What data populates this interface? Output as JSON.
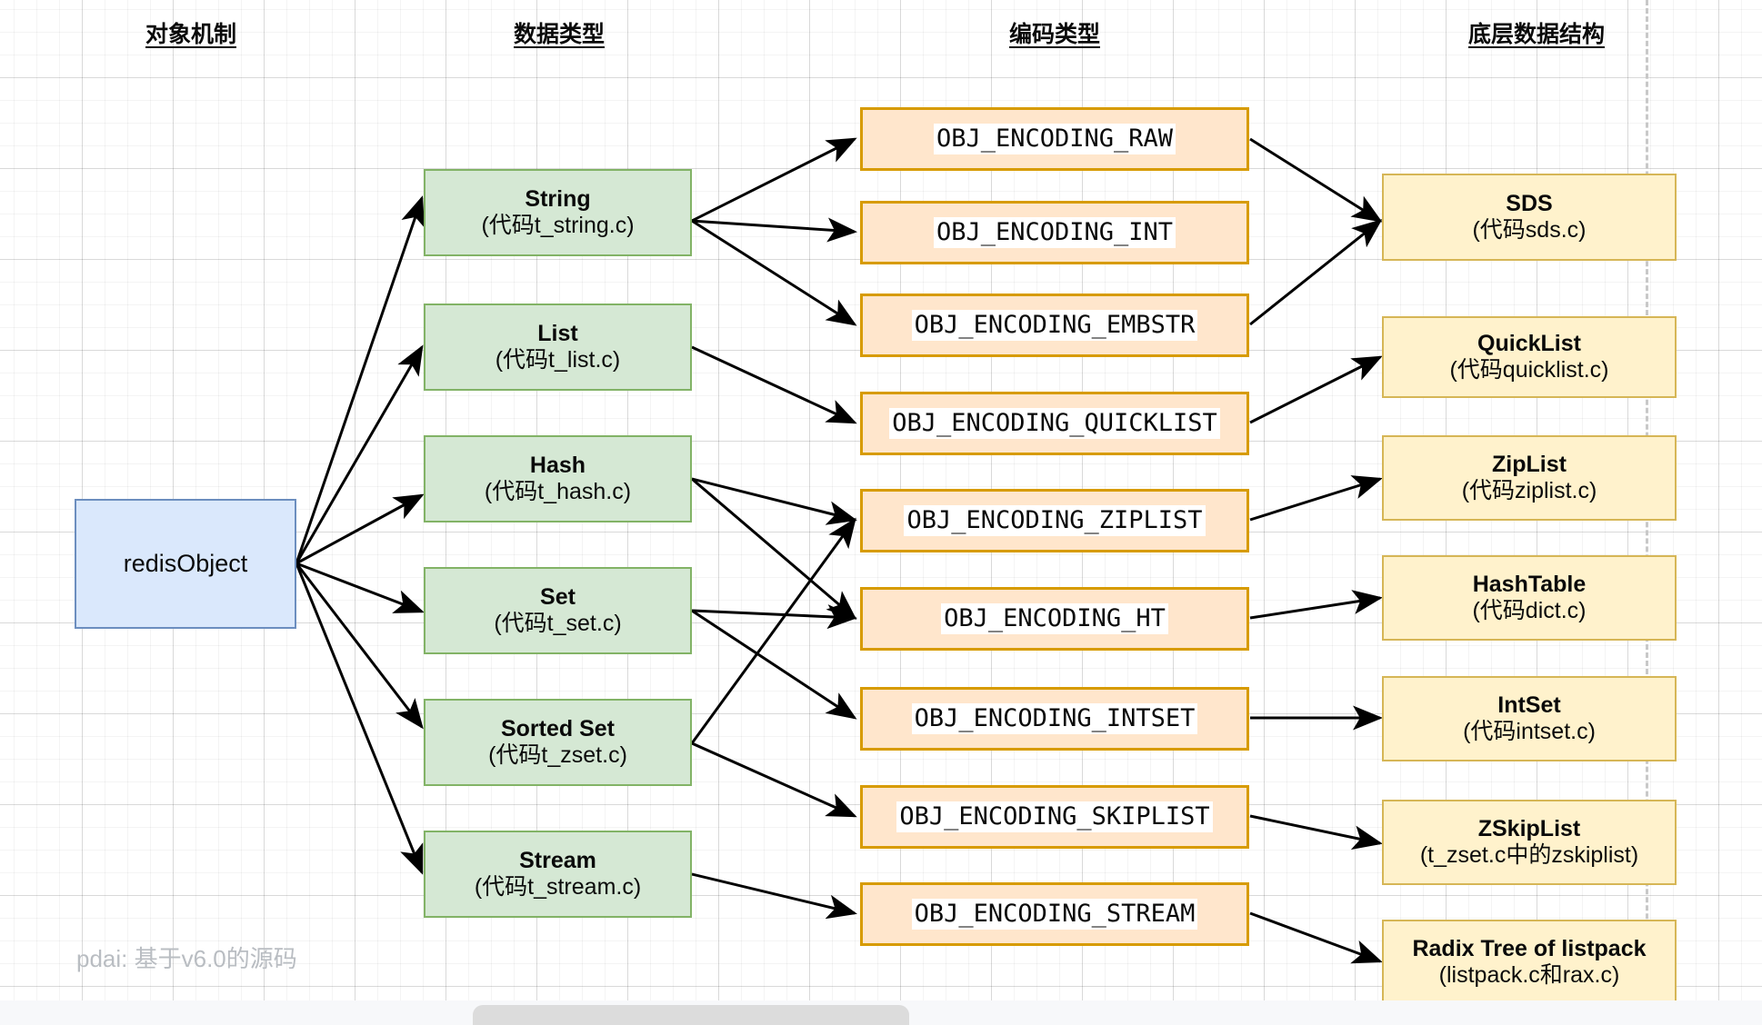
{
  "diagram": {
    "title_columns": [
      {
        "id": "object-mechanism",
        "label": "对象机制"
      },
      {
        "id": "data-type",
        "label": "数据类型"
      },
      {
        "id": "encoding-type",
        "label": "编码类型"
      },
      {
        "id": "underlying-structure",
        "label": "底层数据结构"
      }
    ],
    "watermark": "pdai: 基于v6.0的源码",
    "root": {
      "id": "redisObject",
      "label": "redisObject"
    },
    "data_types": [
      {
        "id": "string",
        "title": "String",
        "sub": "(代码t_string.c)"
      },
      {
        "id": "list",
        "title": "List",
        "sub": "(代码t_list.c)"
      },
      {
        "id": "hash",
        "title": "Hash",
        "sub": "(代码t_hash.c)"
      },
      {
        "id": "set",
        "title": "Set",
        "sub": "(代码t_set.c)"
      },
      {
        "id": "sorted-set",
        "title": "Sorted Set",
        "sub": "(代码t_zset.c)"
      },
      {
        "id": "stream",
        "title": "Stream",
        "sub": "(代码t_stream.c)"
      }
    ],
    "encodings": [
      {
        "id": "raw",
        "label": "OBJ_ENCODING_RAW"
      },
      {
        "id": "int",
        "label": "OBJ_ENCODING_INT"
      },
      {
        "id": "embstr",
        "label": "OBJ_ENCODING_EMBSTR"
      },
      {
        "id": "quicklist",
        "label": "OBJ_ENCODING_QUICKLIST"
      },
      {
        "id": "ziplist",
        "label": "OBJ_ENCODING_ZIPLIST"
      },
      {
        "id": "ht",
        "label": "OBJ_ENCODING_HT"
      },
      {
        "id": "intset",
        "label": "OBJ_ENCODING_INTSET"
      },
      {
        "id": "skiplist",
        "label": "OBJ_ENCODING_SKIPLIST"
      },
      {
        "id": "stream",
        "label": "OBJ_ENCODING_STREAM"
      }
    ],
    "structures": [
      {
        "id": "sds",
        "title": "SDS",
        "sub": "(代码sds.c)"
      },
      {
        "id": "quicklist",
        "title": "QuickList",
        "sub": "(代码quicklist.c)"
      },
      {
        "id": "ziplist",
        "title": "ZipList",
        "sub": "(代码ziplist.c)"
      },
      {
        "id": "hashtable",
        "title": "HashTable",
        "sub": "(代码dict.c)"
      },
      {
        "id": "intset",
        "title": "IntSet",
        "sub": "(代码intset.c)"
      },
      {
        "id": "zskiplist",
        "title": "ZSkipList",
        "sub": "(t_zset.c中的zskiplist)"
      },
      {
        "id": "radix-tree",
        "title": "Radix Tree of listpack",
        "sub": "(listpack.c和rax.c)"
      }
    ],
    "colors": {
      "root_fill": "#dae8fc",
      "root_stroke": "#6c8ebf",
      "type_fill": "#d5e8d4",
      "type_stroke": "#82b366",
      "encoding_fill": "#ffe6cc",
      "encoding_stroke": "#d79b00",
      "structure_fill": "#fff2cc",
      "structure_stroke": "#d6b656",
      "edge": "#000000",
      "watermark": "#b9bdc2"
    },
    "edges": [
      {
        "from": "redisObject",
        "to": "string"
      },
      {
        "from": "redisObject",
        "to": "list"
      },
      {
        "from": "redisObject",
        "to": "hash"
      },
      {
        "from": "redisObject",
        "to": "set"
      },
      {
        "from": "redisObject",
        "to": "sorted-set"
      },
      {
        "from": "redisObject",
        "to": "stream"
      },
      {
        "from": "string",
        "to": "raw"
      },
      {
        "from": "string",
        "to": "int"
      },
      {
        "from": "string",
        "to": "embstr"
      },
      {
        "from": "list",
        "to": "quicklist"
      },
      {
        "from": "hash",
        "to": "ziplist"
      },
      {
        "from": "hash",
        "to": "ht"
      },
      {
        "from": "set",
        "to": "ht"
      },
      {
        "from": "set",
        "to": "intset"
      },
      {
        "from": "sorted-set",
        "to": "ziplist"
      },
      {
        "from": "sorted-set",
        "to": "skiplist"
      },
      {
        "from": "stream",
        "to": "stream-enc"
      },
      {
        "from": "raw",
        "to": "sds"
      },
      {
        "from": "embstr",
        "to": "sds"
      },
      {
        "from": "quicklist",
        "to": "quicklist-ds"
      },
      {
        "from": "ziplist",
        "to": "ziplist-ds"
      },
      {
        "from": "ht",
        "to": "hashtable"
      },
      {
        "from": "intset",
        "to": "intset-ds"
      },
      {
        "from": "skiplist",
        "to": "zskiplist"
      },
      {
        "from": "stream-enc",
        "to": "radix-tree"
      }
    ]
  }
}
